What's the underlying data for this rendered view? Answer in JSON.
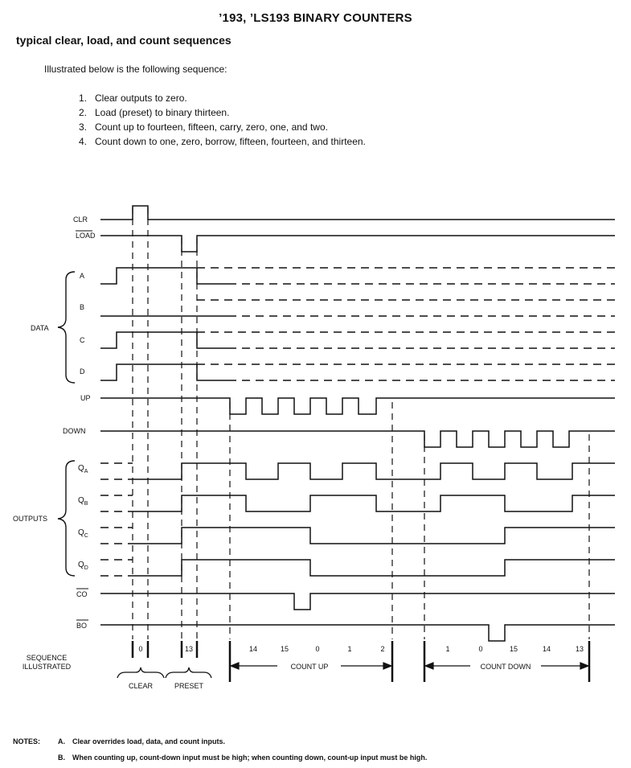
{
  "title": "’193, ’LS193 BINARY COUNTERS",
  "heading": "typical clear, load, and count sequences",
  "intro": "Illustrated below is the following sequence:",
  "steps": [
    {
      "num": "1.",
      "text": "Clear outputs to zero."
    },
    {
      "num": "2.",
      "text": "Load (preset) to binary thirteen."
    },
    {
      "num": "3.",
      "text": "Count up to fourteen, fifteen, carry, zero, one, and two."
    },
    {
      "num": "4.",
      "text": "Count down to one, zero, borrow, fifteen, fourteen, and thirteen."
    }
  ],
  "signals": {
    "clr": "CLR",
    "load": "LOAD",
    "a": "A",
    "b": "B",
    "c": "C",
    "d": "D",
    "up": "UP",
    "down": "DOWN",
    "qa": "Q",
    "qa_sub": "A",
    "qb": "Q",
    "qb_sub": "B",
    "qc": "Q",
    "qc_sub": "C",
    "qd": "Q",
    "qd_sub": "D",
    "co": "CO",
    "bo": "BO"
  },
  "groups": {
    "data": "DATA",
    "outputs": "OUTPUTS"
  },
  "sequence": {
    "label_line1": "SEQUENCE",
    "label_line2": "ILLUSTRATED",
    "clear_values": [
      "0"
    ],
    "preset_values": [
      "13"
    ],
    "up_values": [
      "14",
      "15",
      "0",
      "1",
      "2"
    ],
    "down_values": [
      "1",
      "0",
      "15",
      "14",
      "13"
    ],
    "count_up": "COUNT UP",
    "count_down": "COUNT DOWN",
    "clear": "CLEAR",
    "preset": "PRESET"
  },
  "notes": {
    "label": "NOTES:",
    "a_letter": "A.",
    "a_text": "Clear overrides load, data, and count inputs.",
    "b_letter": "B.",
    "b_text": "When counting up, count-down input must be high; when counting down, count-up input must be high."
  }
}
